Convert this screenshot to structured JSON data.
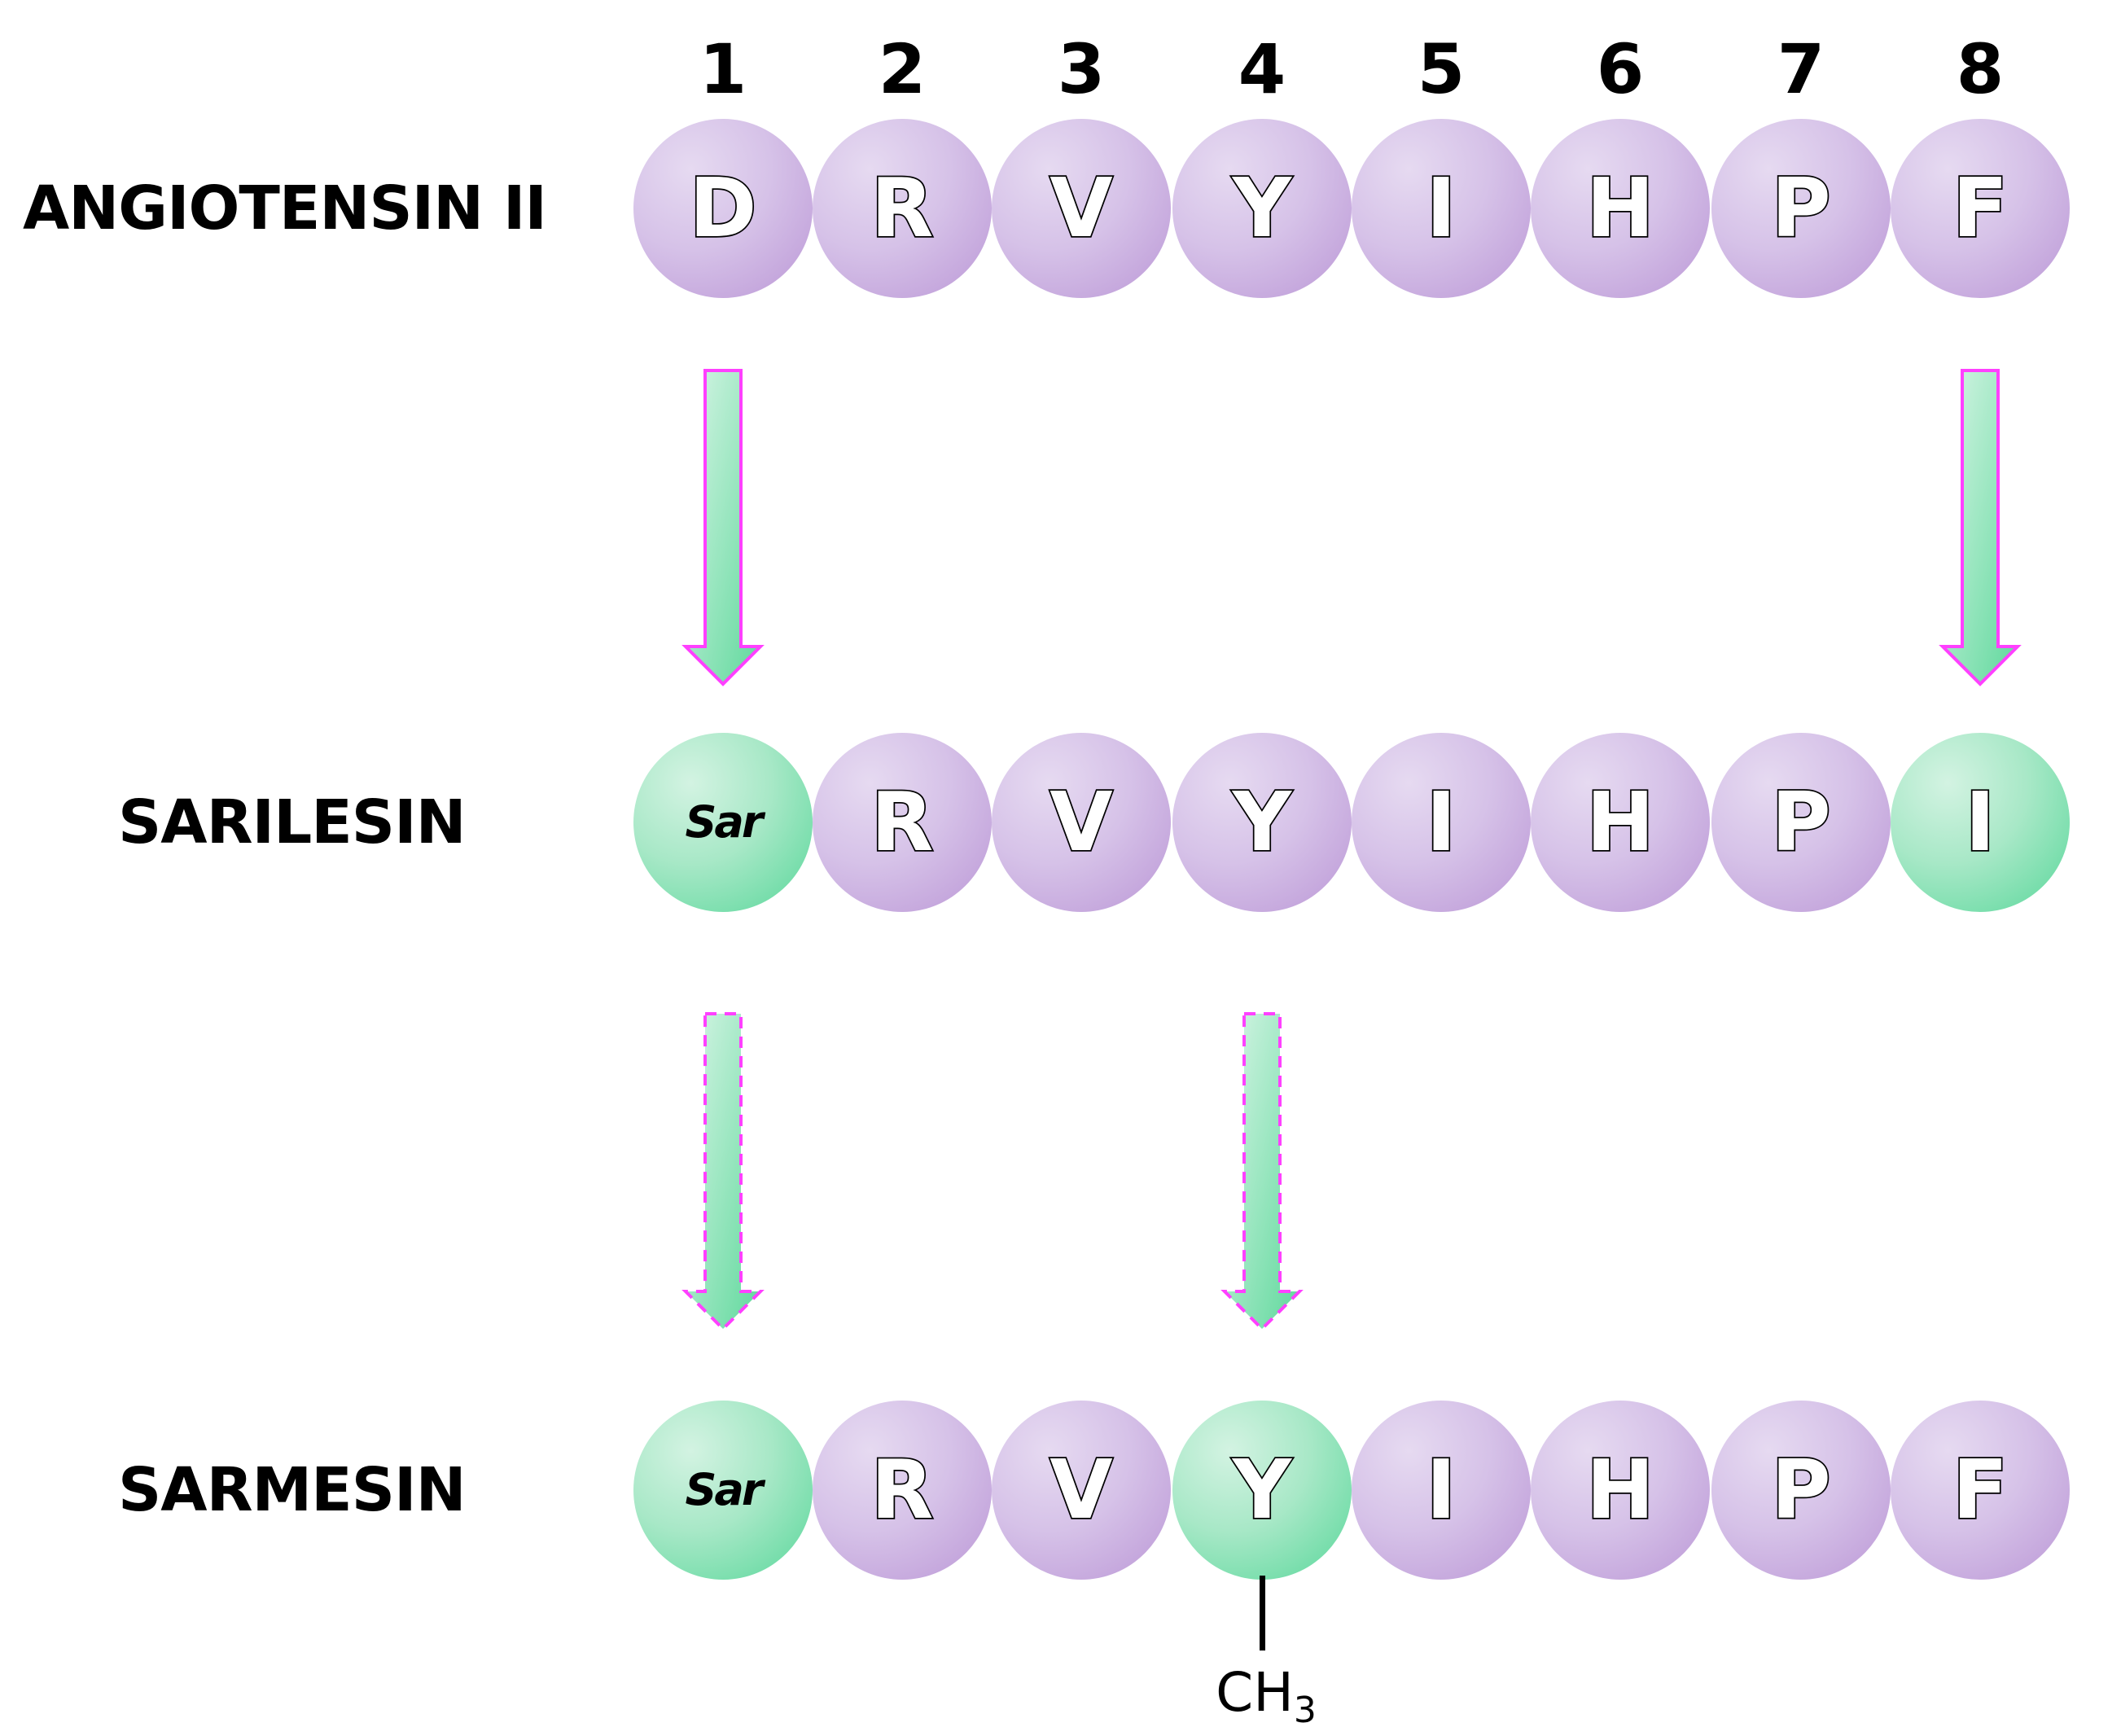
{
  "positions": [
    "1",
    "2",
    "3",
    "4",
    "5",
    "6",
    "7",
    "8"
  ],
  "colors": {
    "native_residue": "#d6c2e8",
    "substituted_residue": "#a8e8c7",
    "arrow_fill": "#a8e8c7",
    "arrow_stroke": "#ff40ff"
  },
  "rows": [
    {
      "label": "ANGIOTENSIN II",
      "residues": [
        {
          "text": "D",
          "color": "purple"
        },
        {
          "text": "R",
          "color": "purple"
        },
        {
          "text": "V",
          "color": "purple"
        },
        {
          "text": "Y",
          "color": "purple"
        },
        {
          "text": "I",
          "color": "purple"
        },
        {
          "text": "H",
          "color": "purple"
        },
        {
          "text": "P",
          "color": "purple"
        },
        {
          "text": "F",
          "color": "purple"
        }
      ]
    },
    {
      "label": "SARILESIN",
      "residues": [
        {
          "text": "Sar",
          "color": "green"
        },
        {
          "text": "R",
          "color": "purple"
        },
        {
          "text": "V",
          "color": "purple"
        },
        {
          "text": "Y",
          "color": "purple"
        },
        {
          "text": "I",
          "color": "purple"
        },
        {
          "text": "H",
          "color": "purple"
        },
        {
          "text": "P",
          "color": "purple"
        },
        {
          "text": "I",
          "color": "green"
        }
      ]
    },
    {
      "label": "SARMESIN",
      "residues": [
        {
          "text": "Sar",
          "color": "green"
        },
        {
          "text": "R",
          "color": "purple"
        },
        {
          "text": "V",
          "color": "purple"
        },
        {
          "text": "Y",
          "color": "green"
        },
        {
          "text": "I",
          "color": "purple"
        },
        {
          "text": "H",
          "color": "purple"
        },
        {
          "text": "P",
          "color": "purple"
        },
        {
          "text": "F",
          "color": "purple"
        }
      ]
    }
  ],
  "arrows": [
    {
      "from_row": 0,
      "to_row": 1,
      "position": 1,
      "style": "solid"
    },
    {
      "from_row": 0,
      "to_row": 1,
      "position": 8,
      "style": "solid"
    },
    {
      "from_row": 1,
      "to_row": 2,
      "position": 1,
      "style": "dashed"
    },
    {
      "from_row": 1,
      "to_row": 2,
      "position": 4,
      "style": "dashed"
    }
  ],
  "modification": {
    "row": 2,
    "position": 4,
    "group": "CH",
    "subscript": "3"
  }
}
